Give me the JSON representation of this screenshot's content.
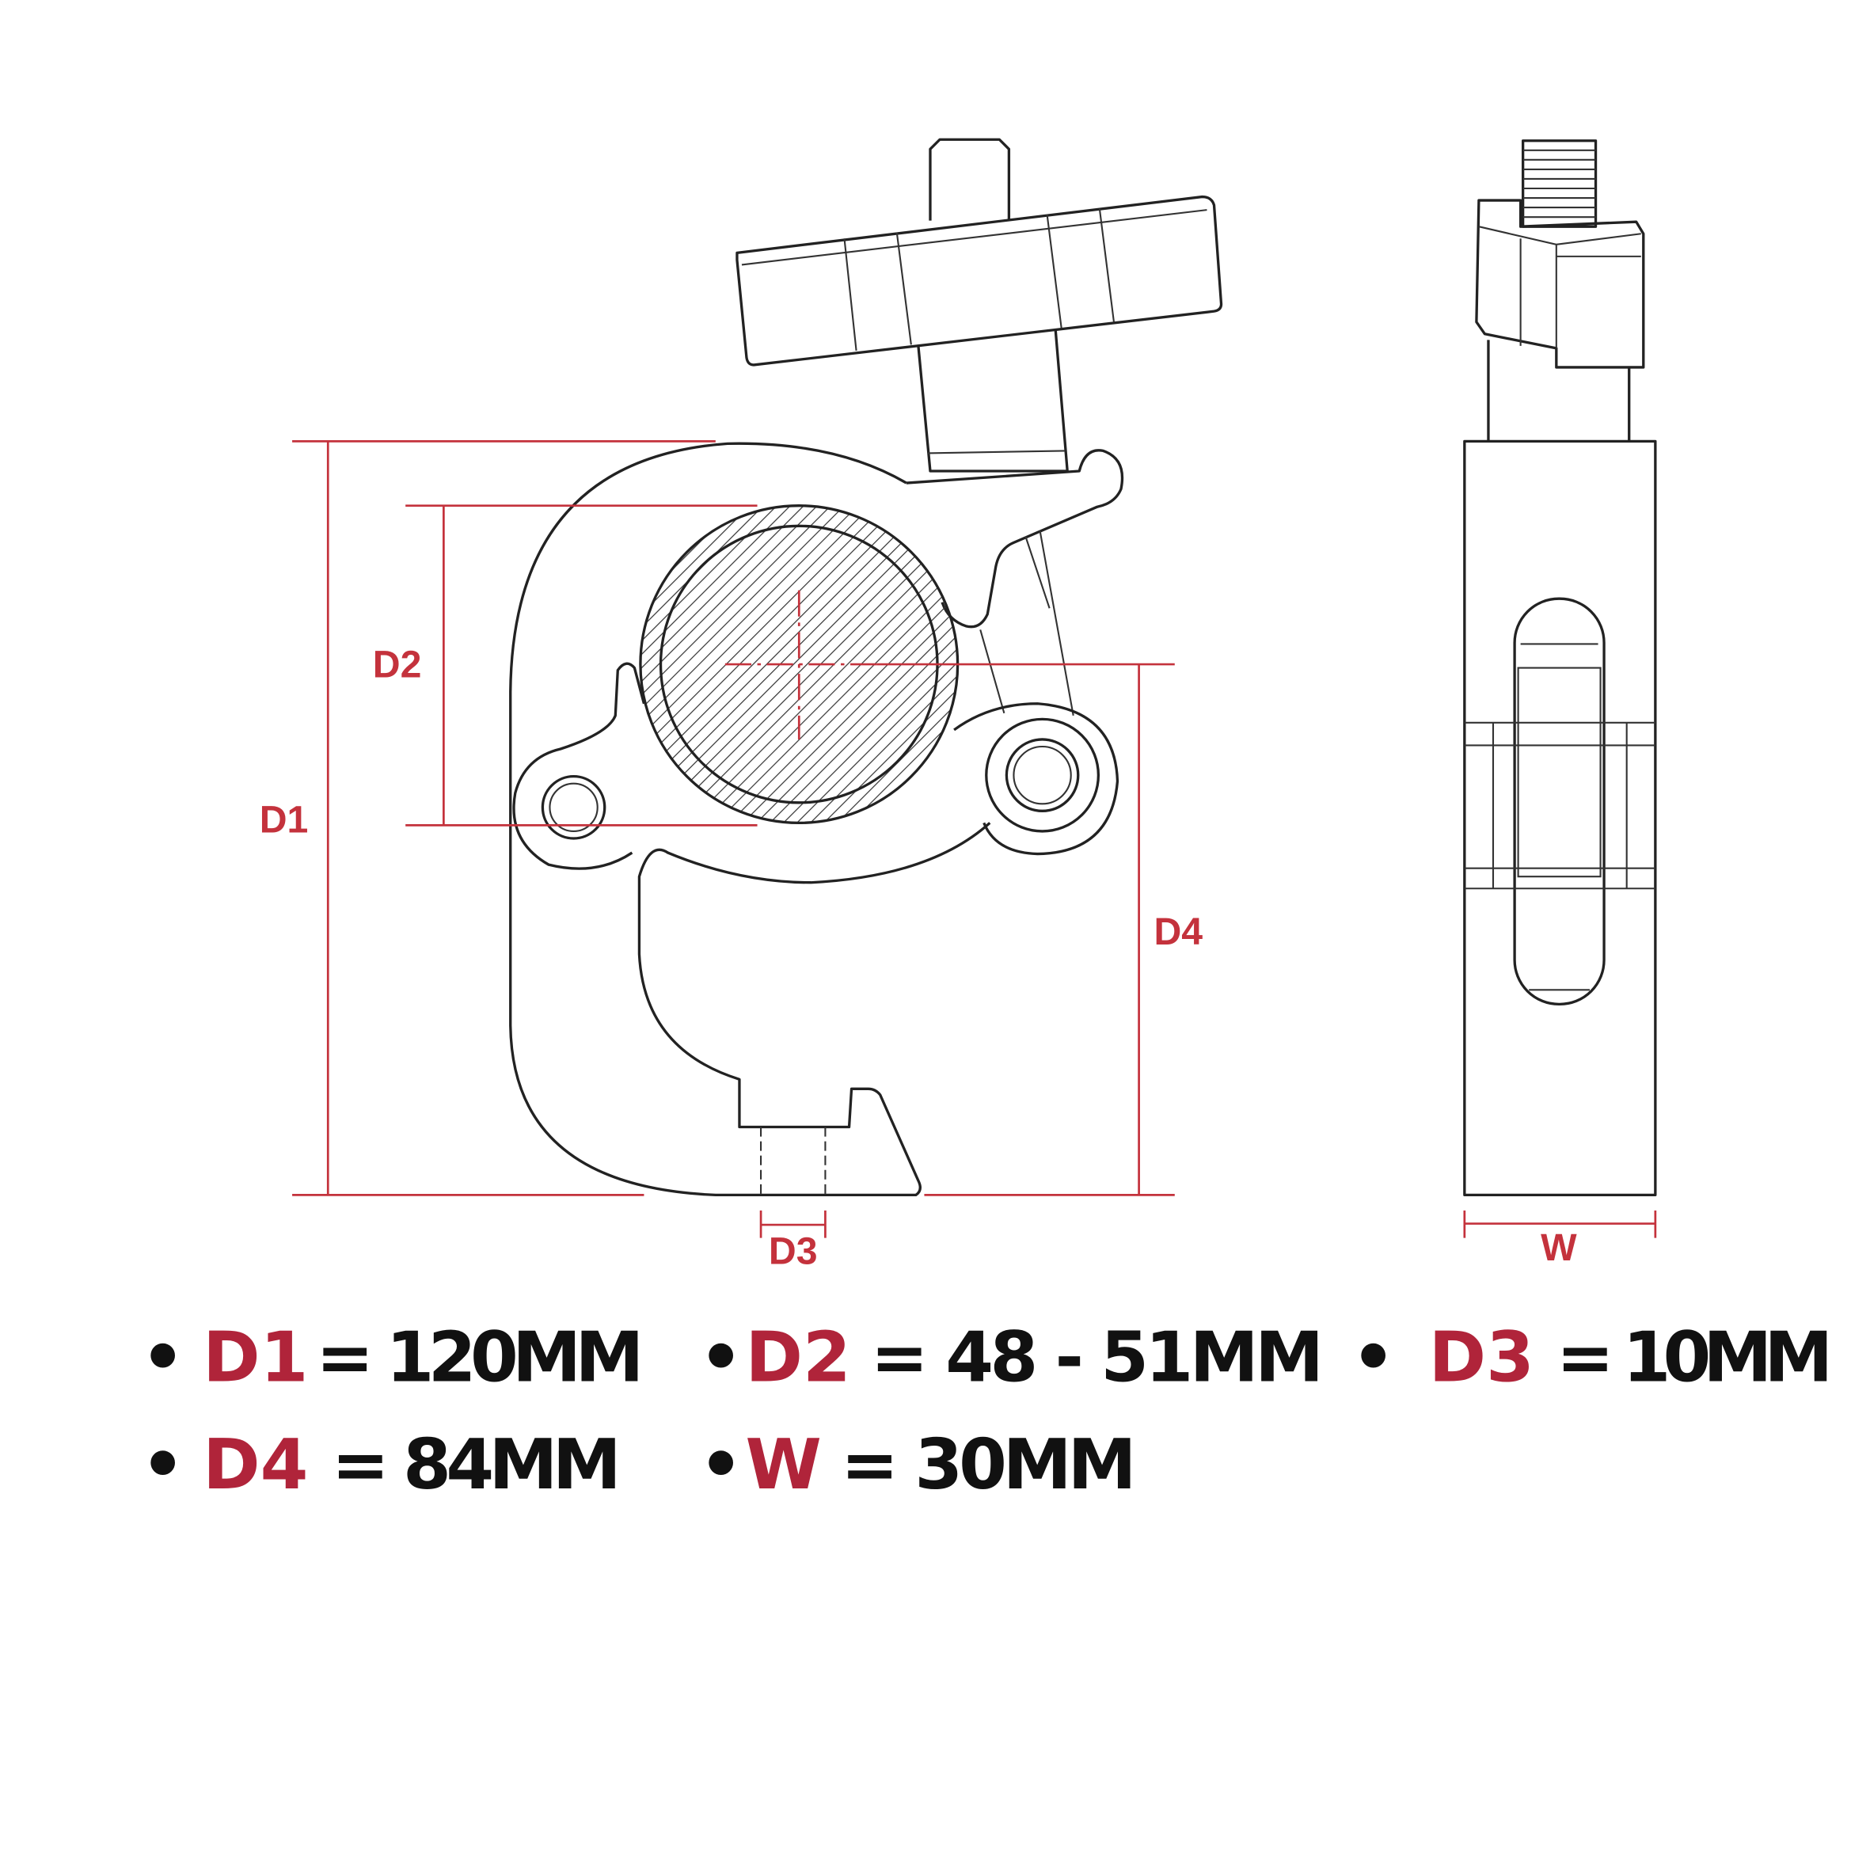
{
  "colors": {
    "accent_red": "#b0243a",
    "dimension_red": "#c4323c",
    "line": "#222222"
  },
  "dimension_labels": {
    "d1": "D1",
    "d2": "D2",
    "d3": "D3",
    "d4": "D4",
    "w": "W"
  },
  "specs": {
    "bullet": "•",
    "d1": {
      "label": "D1",
      "value": "= 120MM"
    },
    "d2": {
      "label": "D2",
      "value": "= 48 - 51MM"
    },
    "d3": {
      "label": "D3",
      "value": "= 10MM"
    },
    "d4": {
      "label": "D4",
      "value": "= 84MM"
    },
    "w": {
      "label": "W",
      "value": "= 30MM"
    }
  }
}
